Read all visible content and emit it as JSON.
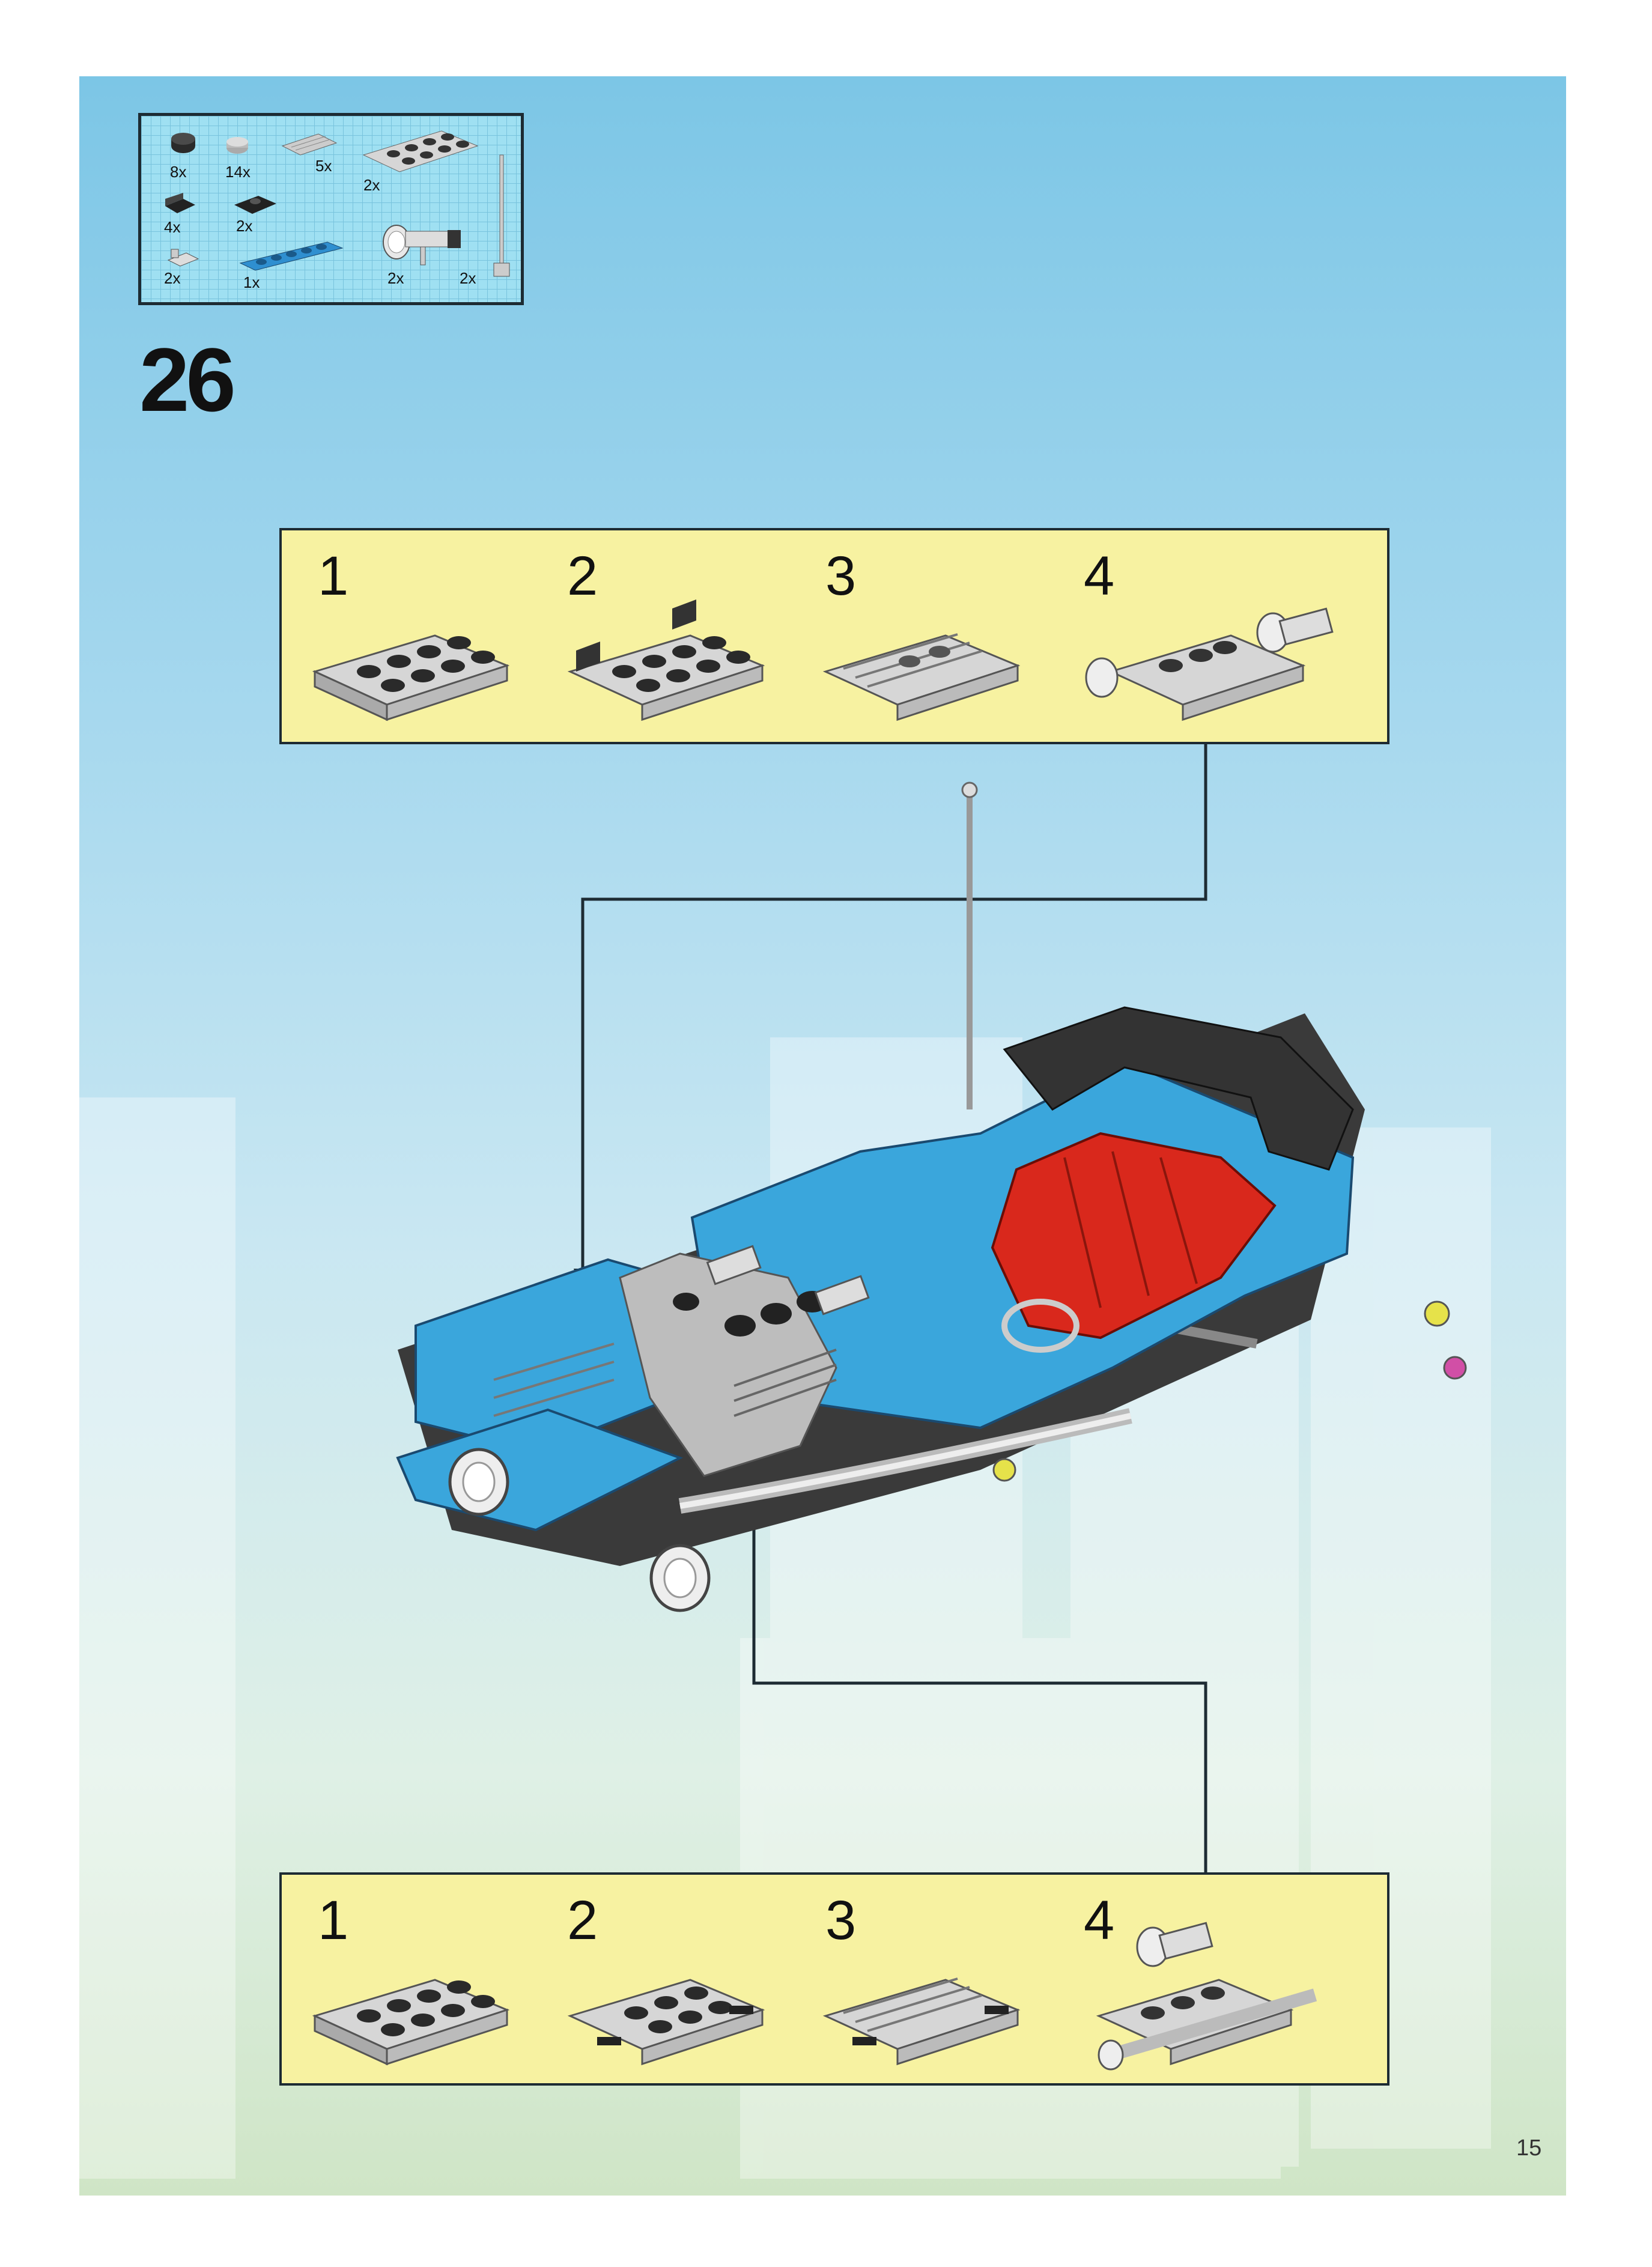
{
  "step": {
    "number": "26"
  },
  "parts_list": [
    {
      "qty": "8x",
      "icon": "round-plate-1x1-black-icon"
    },
    {
      "qty": "14x",
      "icon": "round-plate-1x1-gray-icon"
    },
    {
      "qty": "5x",
      "icon": "grille-tile-1x2-gray-icon"
    },
    {
      "qty": "2x",
      "icon": "plate-2x4-gray-icon"
    },
    {
      "qty": "4x",
      "icon": "bracket-plate-black-icon"
    },
    {
      "qty": "2x",
      "icon": "plate-1x2-black-icon"
    },
    {
      "qty": "2x",
      "icon": "clip-plate-gray-icon"
    },
    {
      "qty": "1x",
      "icon": "plate-1x6-blue-icon"
    },
    {
      "qty": "2x",
      "icon": "headlight-lamp-gray-icon"
    },
    {
      "qty": "2x",
      "icon": "antenna-gray-icon"
    }
  ],
  "top_substeps": [
    "1",
    "2",
    "3",
    "4"
  ],
  "bottom_substeps": [
    "1",
    "2",
    "3",
    "4"
  ],
  "page_number": "15",
  "colors": {
    "accent_blue": "#3aa6dc",
    "panel_yellow": "#f7f2a1",
    "seat_red": "#d9281c",
    "dark_gray": "#333333"
  }
}
